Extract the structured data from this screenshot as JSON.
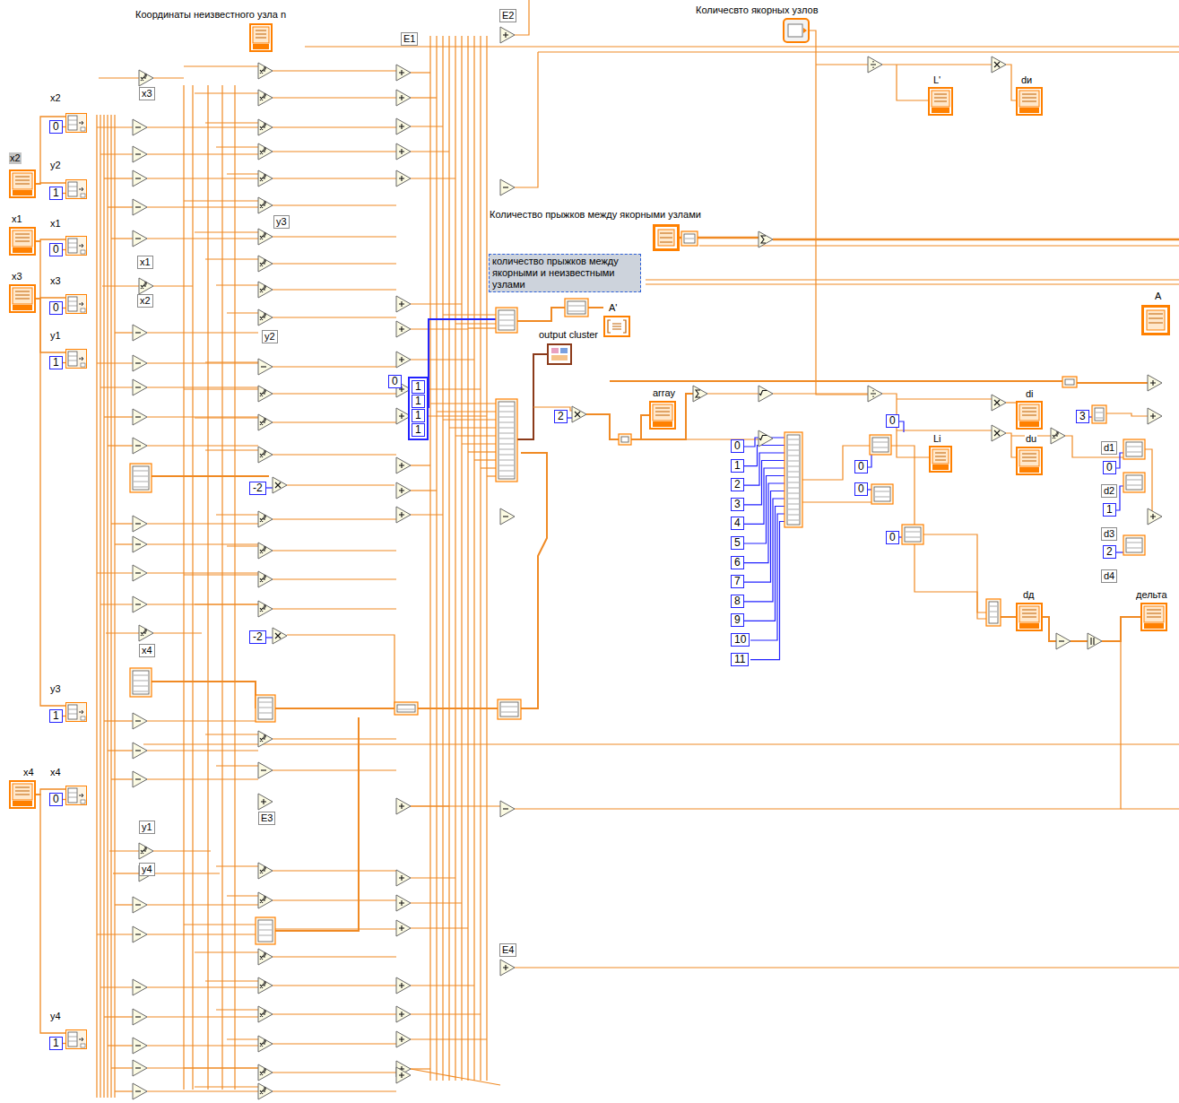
{
  "diagram": {
    "nodes": [
      {
        "text": [
          "Координаты неизвестного узла n"
        ]
      },
      {
        "text": [
          "Количесвто якорных узлов"
        ]
      },
      {
        "text": [
          "L'"
        ]
      },
      {
        "text": [
          "dи"
        ]
      },
      {
        "text": [
          "x2"
        ]
      },
      {
        "text": [
          "0"
        ]
      },
      {
        "text": [
          "x2"
        ]
      },
      {
        "text": [
          "y2"
        ]
      },
      {
        "text": [
          "1"
        ]
      },
      {
        "text": [
          "Количество прыжков между якорными узлами"
        ]
      },
      {
        "text": [
          "x1"
        ]
      },
      {
        "text": [
          "0"
        ]
      },
      {
        "text": [
          "x1"
        ]
      },
      {
        "text": [
          "количество прыжков между якорными и неизвестными узлами"
        ]
      },
      {
        "text": [
          "x3"
        ]
      },
      {
        "text": [
          "0"
        ]
      },
      {
        "text": [
          "x3"
        ]
      },
      {
        "text": [
          "A'"
        ]
      },
      {
        "text": [
          "A"
        ]
      },
      {
        "text": [
          "y1"
        ]
      },
      {
        "text": [
          "1"
        ]
      },
      {
        "text": [
          "output cluster"
        ]
      },
      {
        "text": [
          "0",
          "1",
          "1",
          "1",
          "1"
        ]
      },
      {
        "text": [
          "array"
        ]
      },
      {
        "text": [
          "di"
        ]
      },
      {
        "text": [
          "2"
        ]
      },
      {
        "text": [
          "3"
        ]
      },
      {
        "text": [
          "0"
        ]
      },
      {
        "text": [
          "Li"
        ]
      },
      {
        "text": [
          "du"
        ]
      },
      {
        "text": [
          "0"
        ]
      },
      {
        "text": [
          "1"
        ]
      },
      {
        "text": [
          "2"
        ]
      },
      {
        "text": [
          "3"
        ]
      },
      {
        "text": [
          "4"
        ]
      },
      {
        "text": [
          "5"
        ]
      },
      {
        "text": [
          "6"
        ]
      },
      {
        "text": [
          "7"
        ]
      },
      {
        "text": [
          "8"
        ]
      },
      {
        "text": [
          "9"
        ]
      },
      {
        "text": [
          "10"
        ]
      },
      {
        "text": [
          "11"
        ]
      },
      {
        "text": [
          "0"
        ]
      },
      {
        "text": [
          "0"
        ]
      },
      {
        "text": [
          "0"
        ]
      },
      {
        "text": [
          "-2"
        ]
      },
      {
        "text": [
          "1"
        ]
      },
      {
        "text": [
          "0"
        ]
      },
      {
        "text": [
          "2"
        ]
      },
      {
        "text": [
          "dд"
        ]
      },
      {
        "text": [
          "дельта"
        ]
      },
      {
        "text": [
          "-2"
        ]
      },
      {
        "text": [
          "y3"
        ]
      },
      {
        "text": [
          "1"
        ]
      },
      {
        "text": [
          "x4"
        ]
      },
      {
        "text": [
          "0"
        ]
      },
      {
        "text": [
          "x4"
        ]
      },
      {
        "text": [
          "y4"
        ]
      },
      {
        "text": [
          "1"
        ]
      }
    ],
    "edges": [
      {
        "from": 5,
        "to": 4,
        "arrow": "none"
      },
      {
        "from": 8,
        "to": 7,
        "arrow": "none"
      },
      {
        "from": 11,
        "to": 10,
        "arrow": "none"
      },
      {
        "from": 15,
        "to": 14,
        "arrow": "none"
      },
      {
        "from": 20,
        "to": 19,
        "arrow": "none"
      },
      {
        "from": 53,
        "to": 52,
        "arrow": "none"
      },
      {
        "from": 55,
        "to": 54,
        "arrow": "none"
      },
      {
        "from": 58,
        "to": 57,
        "arrow": "none"
      },
      {
        "from": 6,
        "to": 4,
        "arrow": "none"
      },
      {
        "from": 6,
        "to": 7,
        "arrow": "none"
      },
      {
        "from": 12,
        "to": 10,
        "arrow": "none"
      },
      {
        "from": 12,
        "to": 19,
        "arrow": "none"
      },
      {
        "from": 16,
        "to": 14,
        "arrow": "none"
      },
      {
        "from": 16,
        "to": 52,
        "arrow": "none"
      },
      {
        "from": 56,
        "to": 54,
        "arrow": "none"
      },
      {
        "from": 56,
        "to": 57,
        "arrow": "none"
      }
    ],
    "labels": [
      "x3",
      "E1",
      "E2",
      "y3",
      "x1",
      "x2",
      "y2",
      "x4",
      "y1",
      "E3",
      "y4",
      "E4",
      "d1",
      "d2",
      "d3",
      "d4"
    ]
  }
}
